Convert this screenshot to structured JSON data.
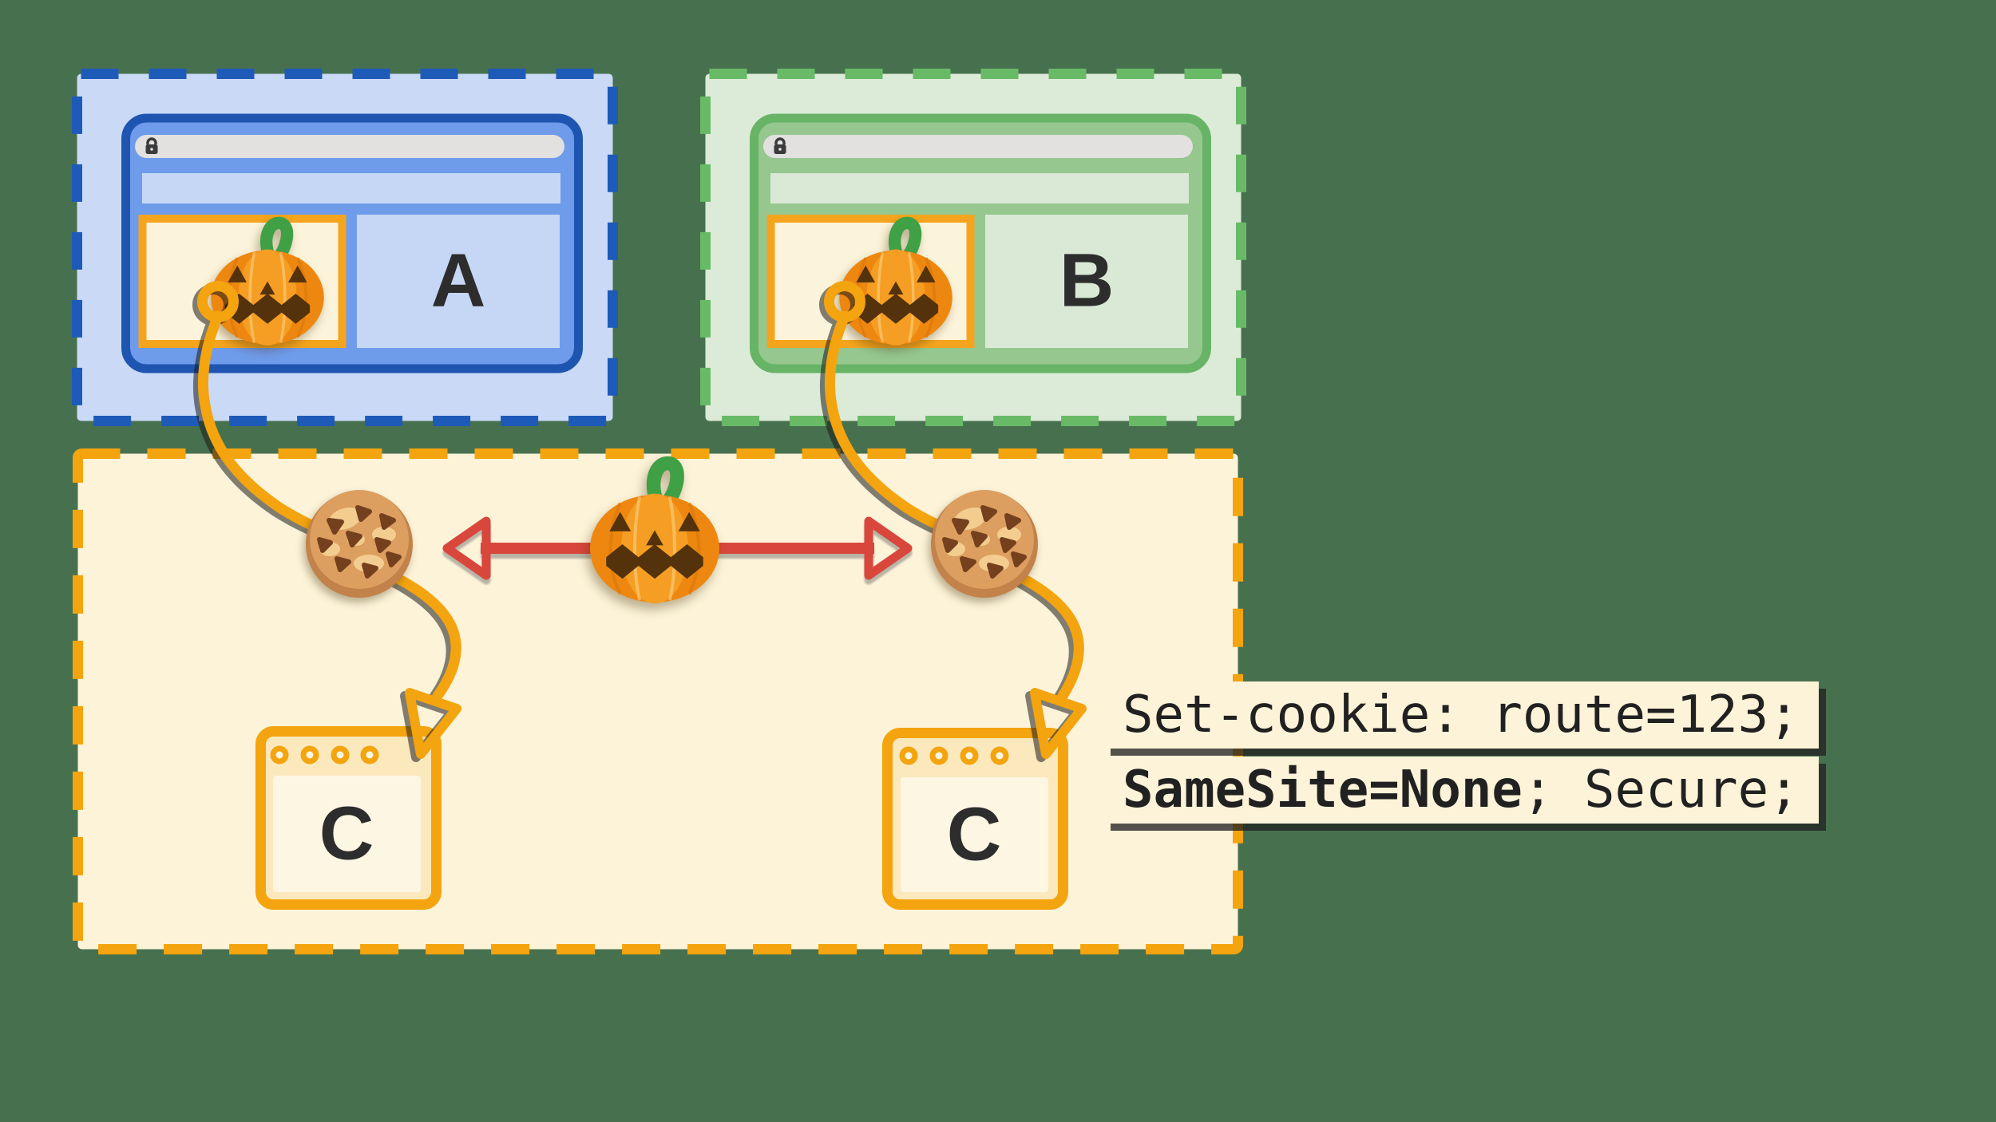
{
  "sites": {
    "a": {
      "label": "A"
    },
    "b": {
      "label": "B"
    }
  },
  "third_party_windows": {
    "left": {
      "label": "C"
    },
    "right": {
      "label": "C"
    }
  },
  "code_annotation": {
    "line1": "Set-cookie: route=123;",
    "line2_bold": "SameSite=None",
    "line2_rest": "; Secure;"
  },
  "icons": {
    "lock": "🔒",
    "pumpkin": "🎃",
    "cookie": "🍪",
    "ring": "○",
    "flow-arrowhead": "▷",
    "cross-site-arrow": "↔"
  },
  "colors": {
    "bg": "#47714E",
    "blue-border": "#1E5BB8",
    "blue-fill": "#C9D9F6",
    "blue-window-border": "#1D55B0",
    "blue-window-fill": "#6F9BEB",
    "blue-panel": "#C6D7F6",
    "green-border": "#68BA66",
    "green-fill": "#DCEBD8",
    "green-window-border": "#68B467",
    "green-window-fill": "#95C78F",
    "green-panel": "#D9E9D5",
    "urlbar": "#E2E1E0",
    "lock": "#3B3B3B",
    "orange": "#F3A40E",
    "pumpkin-box-border": "#F5A51D",
    "cream": "#FCF3D8",
    "cream-box": "#FCF4DA",
    "c-window-fill": "#FBE9BD",
    "c-inner-fill": "#FDF6E3",
    "red": "#D8463C",
    "letter": "#2D2D2D",
    "code-bg": "#FCF3D8",
    "code-text": "#212121",
    "pumpkin-body": "#EE8710",
    "pumpkin-lobe": "#F59E23",
    "pumpkin-stem": "#3FA045",
    "pumpkin-seam": "#E07D0C",
    "pumpkin-face": "#54320C",
    "cookie-rim": "#C2824A",
    "cookie-dough": "#DC9F60",
    "cookie-patch": "#F3CD90",
    "cookie-chip": "#74401D"
  }
}
